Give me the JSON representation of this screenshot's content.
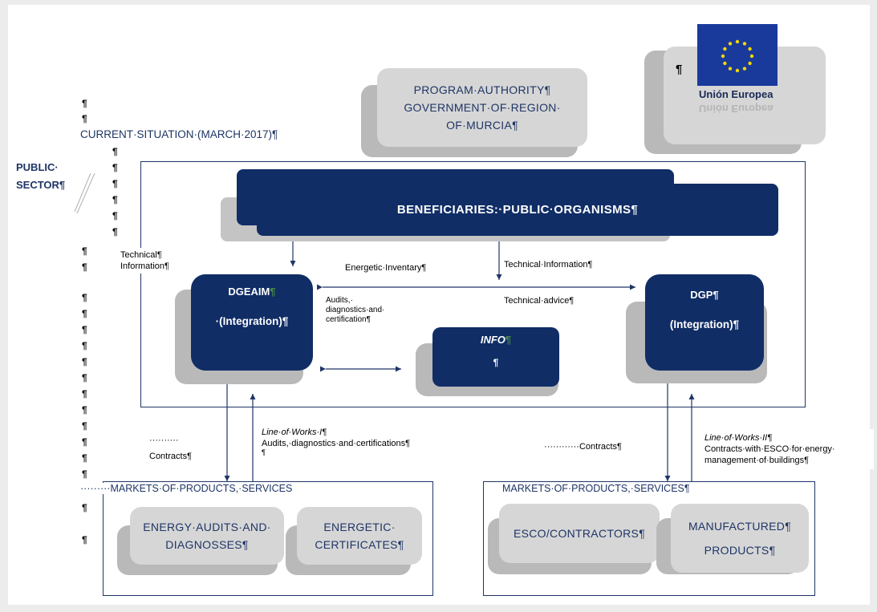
{
  "eu_logo": {
    "caption": "Unión Europea",
    "mirror": "Unión Europea",
    "flag_color": "#1a3a9b",
    "star_color": "#f5d700"
  },
  "pilcrow": "¶",
  "heading": "CURRENT·SITUATION·(MARCH·2017)¶",
  "public_sector": {
    "line1": "PUBLIC·",
    "line2": "SECTOR¶"
  },
  "authority": {
    "line1": "PROGRAM·AUTHORITY¶",
    "line2": "GOVERNMENT·OF·REGION·",
    "line3": "OF·MURCIA¶"
  },
  "beneficiaries": "BENEFICIARIES:·PUBLIC·ORGANISMS¶",
  "dgeaim": {
    "title": "DGEAIM",
    "mark": "¶",
    "sub": "·(Integration)¶"
  },
  "dgp": {
    "title": "DGP¶",
    "sub": "(Integration)¶"
  },
  "info": {
    "title": "INFO",
    "mark": "¶",
    "sub": "¶"
  },
  "labels": {
    "tech_info_left_1": "Technical¶",
    "tech_info_left_2": "Information¶",
    "energetic_inventory": "Energetic·Inventary¶",
    "technical_information": "Technical·Information¶",
    "technical_advice": "Technical·advice¶",
    "audits_1": "Audits,·",
    "audits_2": "diagnostics·and·",
    "audits_3": "certification¶",
    "contracts_left_dots": "··········",
    "contracts_left": "Contracts¶",
    "line_works_i": "Line·of·Works·I¶",
    "line_works_i_desc": "Audits,·diagnostics·and·certifications¶",
    "line_works_i_mark": "¶",
    "contracts_right": "············Contracts¶",
    "line_works_ii": "Line·of·Works·II¶",
    "line_works_ii_desc1": "Contracts·with·ESCO·for·energy·",
    "line_works_ii_desc2": "management·of·buildings¶"
  },
  "markets_left": {
    "title": "·········MARKETS·OF·PRODUCTS,·SERVICES",
    "box1_line1": "ENERGY·AUDITS·AND·",
    "box1_line2": "DIAGNOSSES¶",
    "box2_line1": "ENERGETIC·",
    "box2_line2": "CERTIFICATES¶"
  },
  "markets_right": {
    "title": "MARKETS·OF·PRODUCTS,·SERVICES¶",
    "box1": "ESCO/CONTRACTORS¶",
    "box2_line1": "MANUFACTURED¶",
    "box2_line2": "PRODUCTS¶"
  },
  "colors": {
    "navy": "#102d66",
    "grey_box": "#d6d6d6",
    "shadow": "#b9b9b9",
    "line": "#1f3566"
  }
}
